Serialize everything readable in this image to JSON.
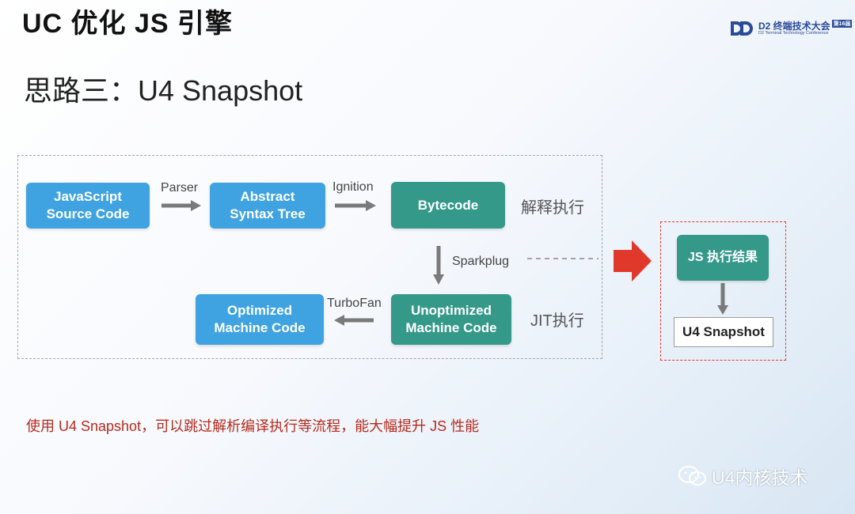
{
  "header": {
    "title": "UC 优化 JS 引擎",
    "logo": {
      "name": "D2 终端技术大会",
      "badge": "第16届",
      "subtitle": "D2 Terminal Technology Conference"
    }
  },
  "subtitle": "思路三：U4 Snapshot",
  "diagram": {
    "nodes": {
      "js_source": "JavaScript\nSource Code",
      "ast": "Abstract\nSyntax Tree",
      "bytecode": "Bytecode",
      "unoptimized": "Unoptimized\nMachine Code",
      "optimized": "Optimized\nMachine Code",
      "js_result": "JS 执行结果",
      "u4_snapshot": "U4 Snapshot"
    },
    "edges": {
      "parser": "Parser",
      "ignition": "Ignition",
      "sparkplug": "Sparkplug",
      "turbofan": "TurboFan"
    },
    "annotations": {
      "interpret": "解释执行",
      "jit": "JIT执行"
    },
    "colors": {
      "blue": "#3fa2e1",
      "teal": "#35998a",
      "red": "#e0392b"
    }
  },
  "note": "使用 U4 Snapshot，可以跳过解析编译执行等流程，能大幅提升 JS 性能",
  "watermark": "U4内核技术"
}
